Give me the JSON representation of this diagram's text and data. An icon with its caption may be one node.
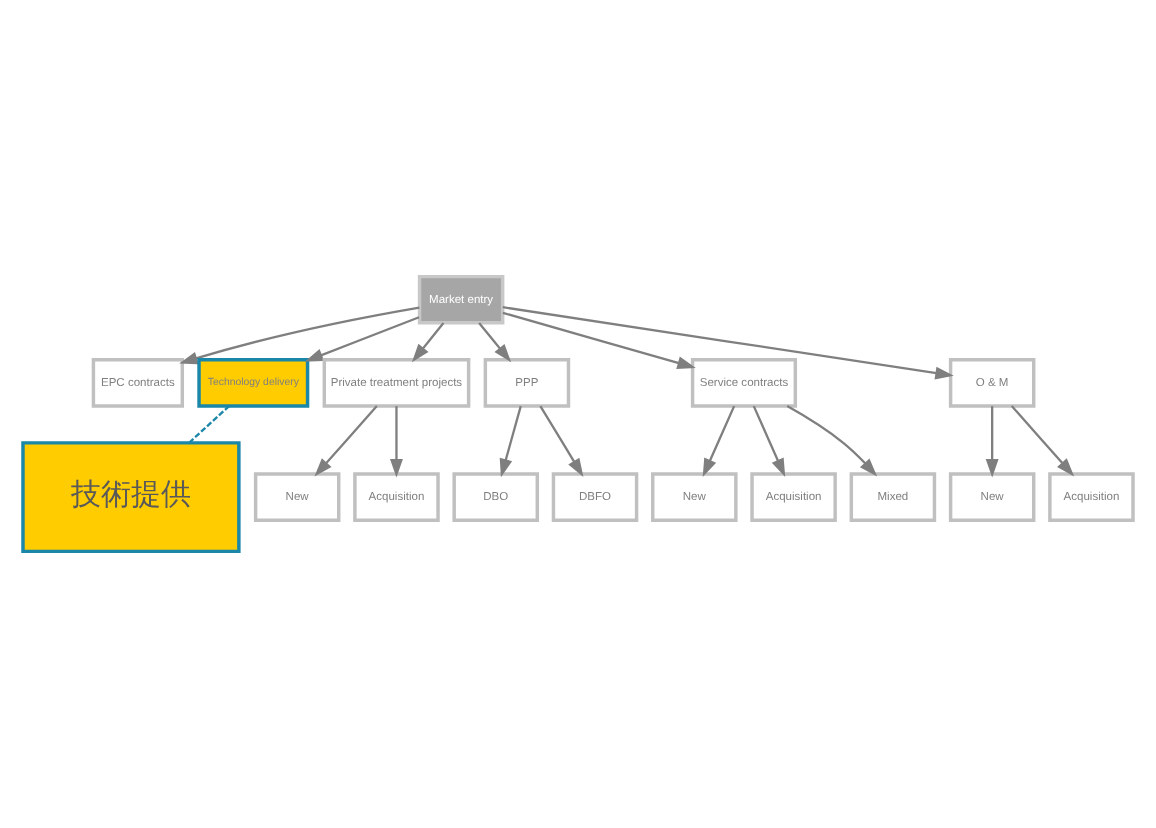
{
  "diagram": {
    "nodes": [
      {
        "text": [
          "Market entry"
        ]
      },
      {
        "text": [
          "EPC contracts"
        ]
      },
      {
        "text": [
          "Technology delivery"
        ]
      },
      {
        "text": [
          "Private treatment projects"
        ]
      },
      {
        "text": [
          "PPP"
        ]
      },
      {
        "text": [
          "Service contracts"
        ]
      },
      {
        "text": [
          "O & M"
        ]
      },
      {
        "text": [
          "New"
        ]
      },
      {
        "text": [
          "Acquisition"
        ]
      },
      {
        "text": [
          "DBO"
        ]
      },
      {
        "text": [
          "DBFO"
        ]
      },
      {
        "text": [
          "New"
        ]
      },
      {
        "text": [
          "Acquisition"
        ]
      },
      {
        "text": [
          "Mixed"
        ]
      },
      {
        "text": [
          "New"
        ]
      },
      {
        "text": [
          "Acquisition"
        ]
      },
      {
        "text": [
          "技術提供"
        ]
      }
    ],
    "edges": [
      {
        "from": 0,
        "to": 1,
        "arrow": "to"
      },
      {
        "from": 0,
        "to": 2,
        "arrow": "to"
      },
      {
        "from": 0,
        "to": 3,
        "arrow": "to"
      },
      {
        "from": 0,
        "to": 4,
        "arrow": "to"
      },
      {
        "from": 0,
        "to": 5,
        "arrow": "to"
      },
      {
        "from": 0,
        "to": 6,
        "arrow": "to"
      },
      {
        "from": 3,
        "to": 7,
        "arrow": "to"
      },
      {
        "from": 3,
        "to": 8,
        "arrow": "to"
      },
      {
        "from": 4,
        "to": 9,
        "arrow": "to"
      },
      {
        "from": 4,
        "to": 10,
        "arrow": "to"
      },
      {
        "from": 5,
        "to": 11,
        "arrow": "to"
      },
      {
        "from": 5,
        "to": 12,
        "arrow": "to"
      },
      {
        "from": 5,
        "to": 13,
        "arrow": "to"
      },
      {
        "from": 6,
        "to": 14,
        "arrow": "to"
      },
      {
        "from": 6,
        "to": 15,
        "arrow": "to"
      },
      {
        "from": 2,
        "to": 16,
        "arrow": "none",
        "style": "dashed",
        "color": "#1a86a8"
      }
    ]
  }
}
